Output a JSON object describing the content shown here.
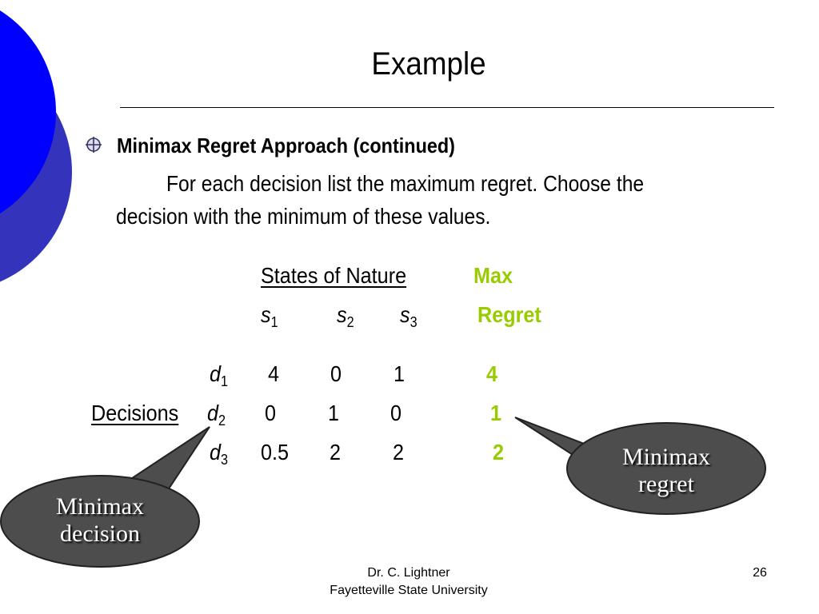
{
  "slide": {
    "title": "Example",
    "heading": "Minimax Regret Approach (continued)",
    "body_line1": "For each decision list the maximum regret.  Choose the",
    "body_line2": "decision with the minimum of these values."
  },
  "table": {
    "states_header": "States of Nature",
    "max_header": "Max",
    "regret_header": "Regret",
    "states": [
      {
        "sym": "s",
        "sub": "1"
      },
      {
        "sym": "s",
        "sub": "2"
      },
      {
        "sym": "s",
        "sub": "3"
      }
    ],
    "decisions_label": "Decisions",
    "rows": [
      {
        "sym": "d",
        "sub": "1",
        "values": [
          "4",
          "0",
          "1"
        ],
        "max_regret": "4"
      },
      {
        "sym": "d",
        "sub": "2",
        "values": [
          "0",
          "1",
          "0"
        ],
        "max_regret": "1"
      },
      {
        "sym": "d",
        "sub": "3",
        "values": [
          "0.5",
          "2",
          "2"
        ],
        "max_regret": "2"
      }
    ]
  },
  "callouts": {
    "right_line1": "Minimax",
    "right_line2": "regret",
    "left_line1": "Minimax",
    "left_line2": "decision"
  },
  "footer": {
    "author": "Dr. C. Lightner",
    "institution": "Fayetteville State University",
    "page": "26"
  },
  "colors": {
    "accent_green": "#99cc00",
    "circle_blue": "#0000ff",
    "circle_dark_blue": "#3333bb",
    "callout_gray": "#4d4d4d"
  }
}
